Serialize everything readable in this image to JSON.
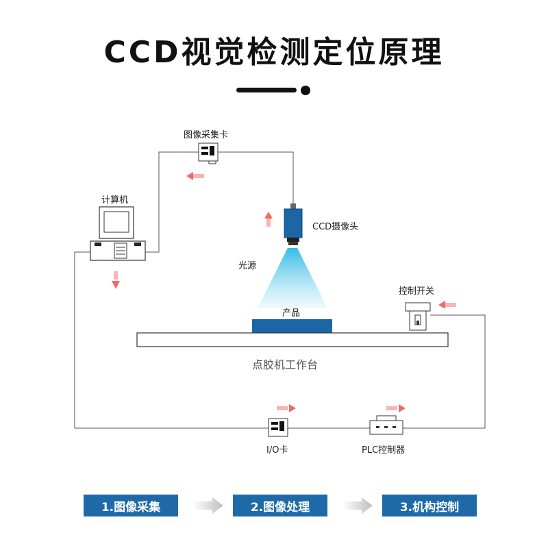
{
  "title": "CCD视觉检测定位原理",
  "labels": {
    "capture_card": "图像采集卡",
    "computer": "计算机",
    "ccd_camera": "CCD摄像头",
    "light_source": "光源",
    "product": "产品",
    "control_switch": "控制开关",
    "workbench": "点胶机工作台",
    "io_card": "I/O卡",
    "plc": "PLC控制器"
  },
  "steps": [
    "1.图像采集",
    "2.图像处理",
    "3.机构控制"
  ],
  "colors": {
    "accent_blue": "#1e6aa8",
    "product_blue": "#1d66a6",
    "beam_cyan": "#7fd4ee",
    "arrow_red": "#ee5a5a",
    "line_gray": "#555555"
  }
}
